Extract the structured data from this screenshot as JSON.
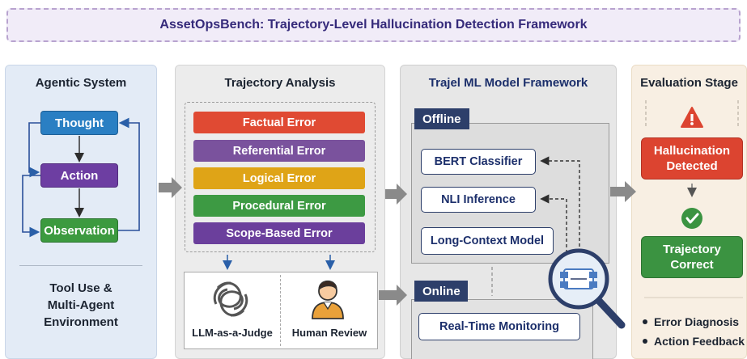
{
  "header": {
    "title_bold": "AssetOpsBench:",
    "title_rest": " Trajectory-Level Hallucination Detection Framework"
  },
  "agentic": {
    "title": "Agentic System",
    "thought": "Thought",
    "action": "Action",
    "observation": "Observation",
    "tool_line1": "Tool Use &",
    "tool_line2": "Multi-Agent",
    "tool_line3": "Environment"
  },
  "trajectory": {
    "title": "Trajectory Analysis",
    "errors": [
      "Factual Error",
      "Referential Error",
      "Logical Error",
      "Procedural Error",
      "Scope-Based Error"
    ],
    "judge": "LLM-as-a-Judge",
    "human": "Human Review"
  },
  "model": {
    "title": "Trajel ML Model Framework",
    "offline": "Offline",
    "bert": "BERT Classifier",
    "nli": "NLI Inference",
    "long_context": "Long-Context Model",
    "online": "Online",
    "realtime": "Real-Time Monitoring"
  },
  "evaluation": {
    "title": "Evaluation Stage",
    "hallucination_line1": "Hallucination",
    "hallucination_line2": "Detected",
    "correct_line1": "Trajectory",
    "correct_line2": "Correct",
    "bullets": [
      "Error Diagnosis",
      "Action Feedback"
    ]
  },
  "colors": {
    "thought": "#2a7fc3",
    "action": "#6d3ea2",
    "observation": "#3c9a3f",
    "factual": "#e04a33",
    "referential": "#7a529d",
    "logical": "#dfa417",
    "procedural": "#3d9a43",
    "scope": "#6b3f9c",
    "hallucination": "#dc4430",
    "correct": "#3b9341",
    "navy": "#2d3f6a"
  },
  "icons": [
    "warning-icon",
    "check-circle-icon",
    "magnifier-icon",
    "neural-knot-icon",
    "person-icon"
  ]
}
